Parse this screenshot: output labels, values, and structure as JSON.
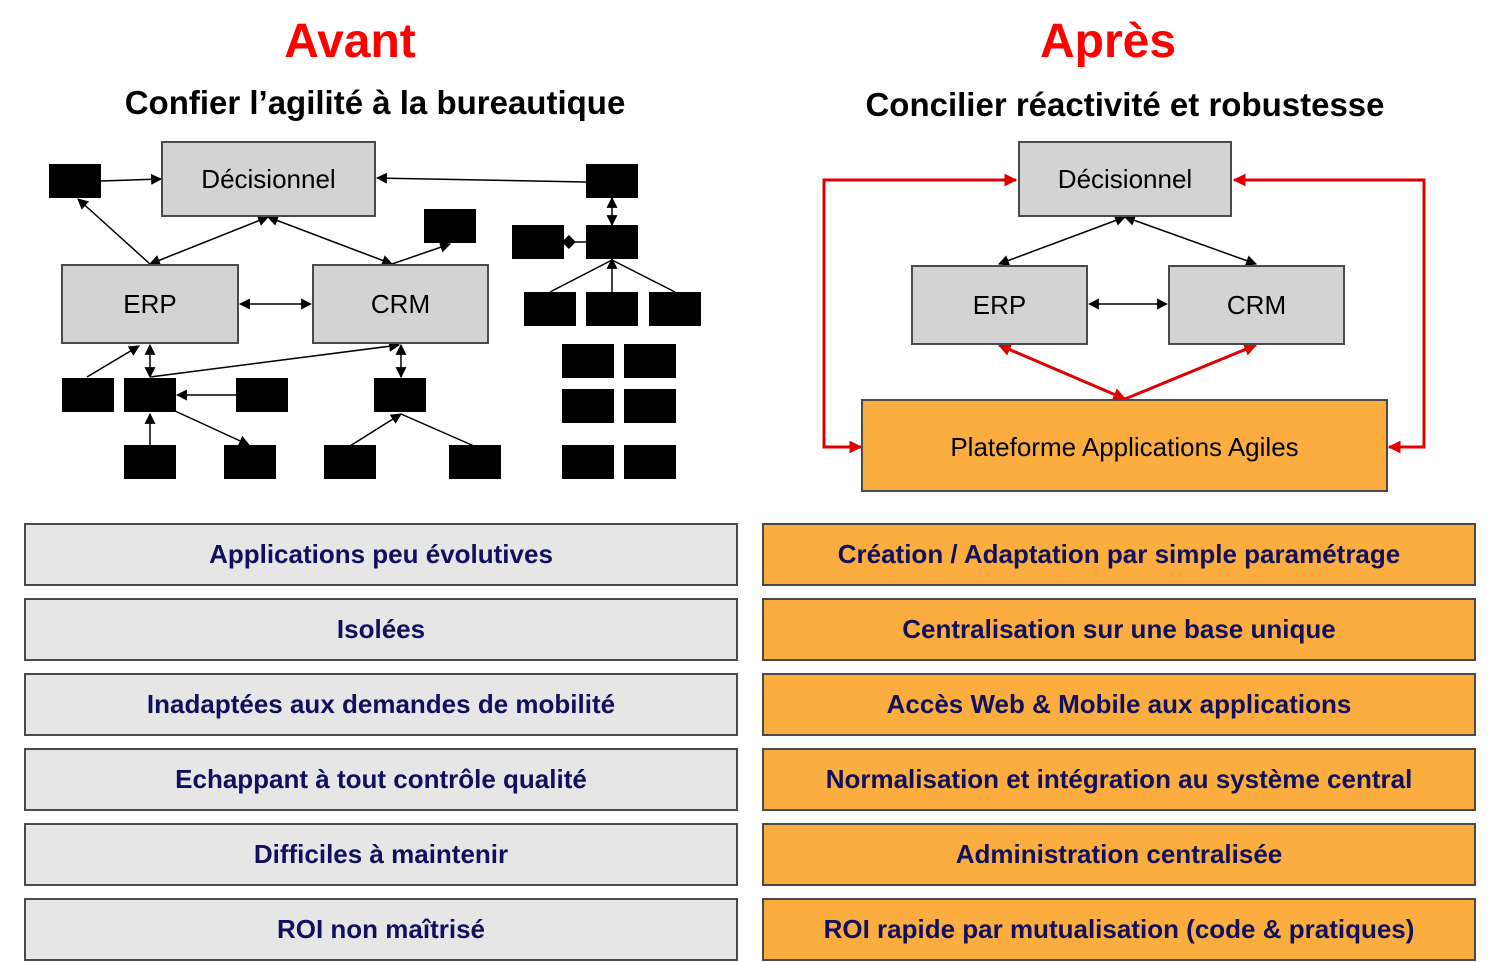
{
  "left": {
    "title": "Avant",
    "subtitle": "Confier l’agilité à la bureautique",
    "diagram": {
      "decisionnel": "Décisionnel",
      "erp": "ERP",
      "crm": "CRM"
    },
    "points": [
      "Applications peu évolutives",
      "Isolées",
      "Inadaptées aux demandes de mobilité",
      "Echappant à tout contrôle qualité",
      "Difficiles à maintenir",
      "ROI non maîtrisé"
    ]
  },
  "right": {
    "title": "Après",
    "subtitle": "Concilier réactivité et robustesse",
    "diagram": {
      "decisionnel": "Décisionnel",
      "erp": "ERP",
      "crm": "CRM",
      "platform": "Plateforme Applications Agiles"
    },
    "points": [
      "Création / Adaptation par simple paramétrage",
      "Centralisation sur une base unique",
      "Accès Web & Mobile aux applications",
      "Normalisation et intégration au système central",
      "Administration centralisée",
      "ROI rapide par mutualisation (code & pratiques)"
    ]
  },
  "colors": {
    "title_red": "#ff0000",
    "node_gray": "#d3d3d3",
    "platform_orange": "#fbae3f",
    "point_gray": "#e6e6e6",
    "point_text": "#10105e",
    "arrow_red": "#e00000"
  }
}
